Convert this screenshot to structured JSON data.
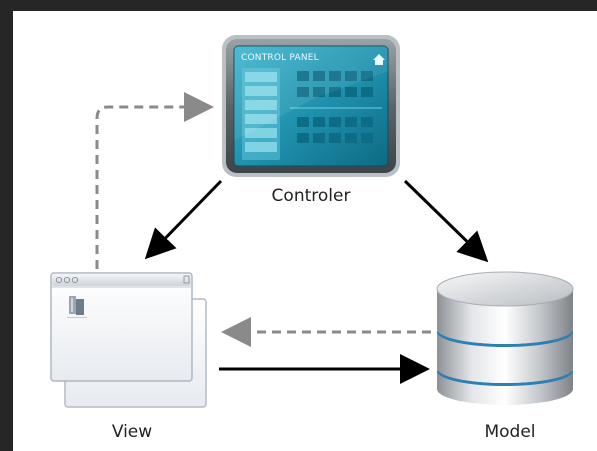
{
  "diagram": {
    "controller": {
      "panel_title": "CONTROL PANEL",
      "label": "Controler"
    },
    "view": {
      "label": "View"
    },
    "model": {
      "label": "Model"
    }
  },
  "colors": {
    "background": "#ffffff",
    "frame": "#262626",
    "panel_teal": "#1e8fab",
    "panel_bezel": "#606a6e",
    "db_ring_blue": "#2f7fb1",
    "arrow_solid": "#000000",
    "arrow_dashed": "#8a8a8a"
  },
  "icons": {
    "home": "home-icon",
    "window_dots": "window-controls-icon",
    "document": "document-icon"
  }
}
